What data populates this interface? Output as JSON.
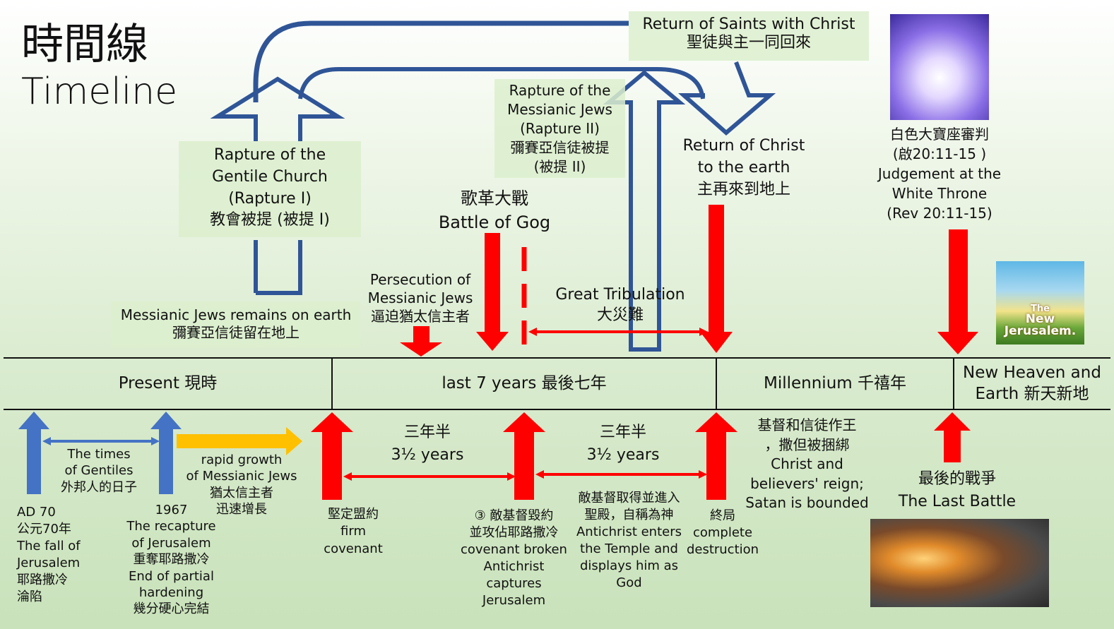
{
  "title": {
    "zh": "時間線",
    "en": "Timeline"
  },
  "boxes": {
    "return_saints": {
      "en": "Return of Saints with Christ",
      "zh": "聖徒與主一同回來"
    },
    "rapture1": {
      "l1": "Rapture of the",
      "l2": "Gentile Church",
      "l3": "(Rapture I)",
      "l4": "教會被提 (被提 I)"
    },
    "remains": {
      "en": "Messianic Jews remains on earth",
      "zh": "彌賽亞信徒留在地上"
    },
    "rapture2": {
      "l1": "Rapture of the",
      "l2": "Messianic Jews",
      "l3": "(Rapture II)",
      "l4": "彌賽亞信徒被提",
      "l5": "(被提 II)"
    }
  },
  "labels": {
    "gog": {
      "zh": "歌革大戰",
      "en": "Battle of Gog"
    },
    "persecution": {
      "l1": "Persecution of",
      "l2": "Messianic Jews",
      "l3": "逼迫猶太信主者"
    },
    "tribulation": {
      "en": "Great Tribulation",
      "zh": "大災難"
    },
    "return_christ": {
      "l1": "Return of Christ",
      "l2": "to the earth",
      "l3": "主再來到地上"
    },
    "white_throne": {
      "l1": "白色大寶座審判",
      "l2": "(啟20:11-15 )",
      "l3": "Judgement at the",
      "l4": "White Throne",
      "l5": "(Rev 20:11-15)"
    },
    "new_jerusalem_img": {
      "l1": "The",
      "l2": "New",
      "l3": "Jerusalem."
    }
  },
  "periods": {
    "present": "Present 現時",
    "last7": "last 7 years 最後七年",
    "millennium": "Millennium 千禧年",
    "new_heaven": {
      "l1": "New Heaven and",
      "l2": "Earth 新天新地"
    }
  },
  "bottom": {
    "gentiles": {
      "l1": "The times",
      "l2": "of Gentiles",
      "l3": "外邦人的日子"
    },
    "ad70": {
      "l1": "AD 70",
      "l2": "公元70年",
      "l3": "The fall of",
      "l4": "Jerusalem",
      "l5": "耶路撒冷",
      "l6": "淪陷"
    },
    "y1967": {
      "l1": "1967",
      "l2": "The recapture",
      "l3": "of Jerusalem",
      "l4": "重奪耶路撒冷",
      "l5": "End of partial hardening",
      "l6": "幾分硬心完結"
    },
    "growth": {
      "l1": "rapid growth",
      "l2": "of Messianic Jews",
      "l3": "猶太信主者",
      "l4": "迅速增長"
    },
    "covenant": {
      "l1": "堅定盟約",
      "l2": "firm",
      "l3": "covenant"
    },
    "half1": {
      "zh": "三年半",
      "en": "3½ years"
    },
    "half2": {
      "zh": "三年半",
      "en": "3½ years"
    },
    "broken": {
      "l1": "③ 敵基督毀約",
      "l2": "並攻佔耶路撒冷",
      "l3": "covenant broken",
      "l4": "Antichrist captures",
      "l5": "Jerusalem"
    },
    "temple": {
      "l1": "敵基督取得並進入",
      "l2": "聖殿，自稱為神",
      "l3": "Antichrist enters",
      "l4": "the Temple and",
      "l5": "displays him as God"
    },
    "destruction": {
      "l1": "終局",
      "l2": "complete",
      "l3": "destruction"
    },
    "reign": {
      "l1": "基督和信徒作王",
      "l2": "，撒但被捆綁",
      "l3": "Christ and",
      "l4": "believers' reign;",
      "l5": "Satan is bounded"
    },
    "last_battle": {
      "zh": "最後的戰爭",
      "en": "The Last Battle"
    }
  },
  "colors": {
    "red": "#ff0000",
    "blue": "#2f5597",
    "light_blue": "#4472c4",
    "gold": "#ffc000"
  }
}
